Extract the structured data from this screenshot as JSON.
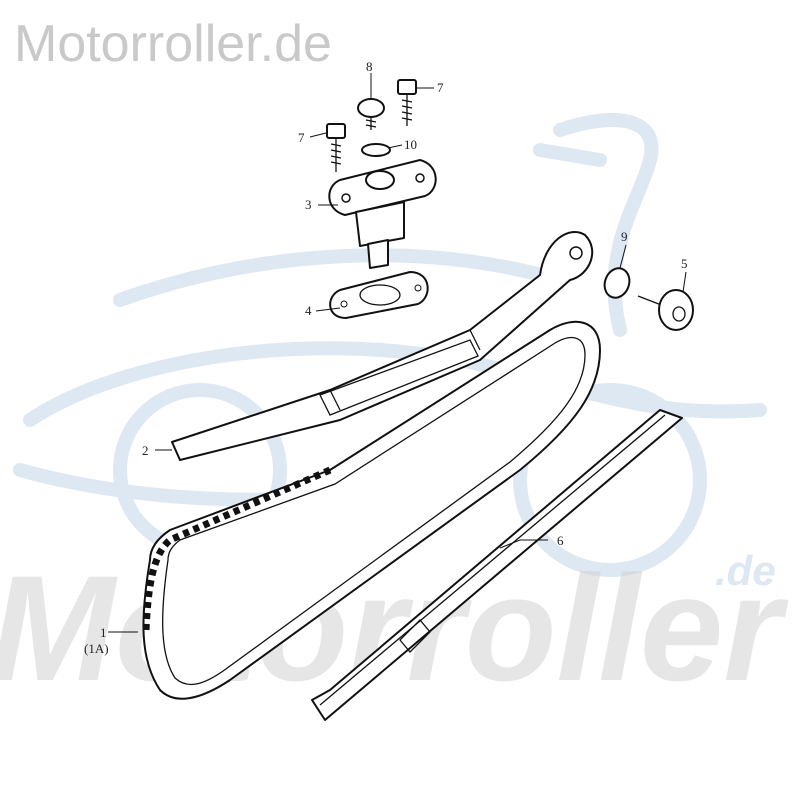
{
  "watermark": {
    "top_text": "Motorroller.de",
    "bottom_text": "Motorroller",
    "bottom_suffix": ".de"
  },
  "colors": {
    "watermark_gray": "#c9c9c9",
    "logo_blue": "#dde8f3",
    "line": "#111111"
  },
  "callouts": {
    "c1": "1",
    "c1a": "(1A)",
    "c2": "2",
    "c3": "3",
    "c4": "4",
    "c5": "5",
    "c6": "6",
    "c7a": "7",
    "c7b": "7",
    "c8": "8",
    "c9": "9",
    "c10": "10"
  }
}
